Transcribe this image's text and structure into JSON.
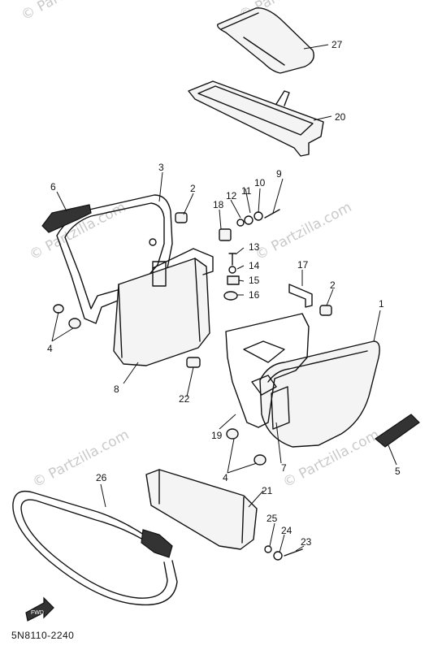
{
  "diagram_code": "5N8110-2240",
  "watermark": "© Partzilla.com",
  "callouts": [
    "1",
    "2",
    "2",
    "3",
    "4",
    "4",
    "5",
    "6",
    "7",
    "8",
    "9",
    "10",
    "11",
    "12",
    "13",
    "14",
    "15",
    "16",
    "17",
    "18",
    "19",
    "20",
    "21",
    "22",
    "23",
    "24",
    "25",
    "26",
    "27"
  ],
  "badge_text": "FWD"
}
